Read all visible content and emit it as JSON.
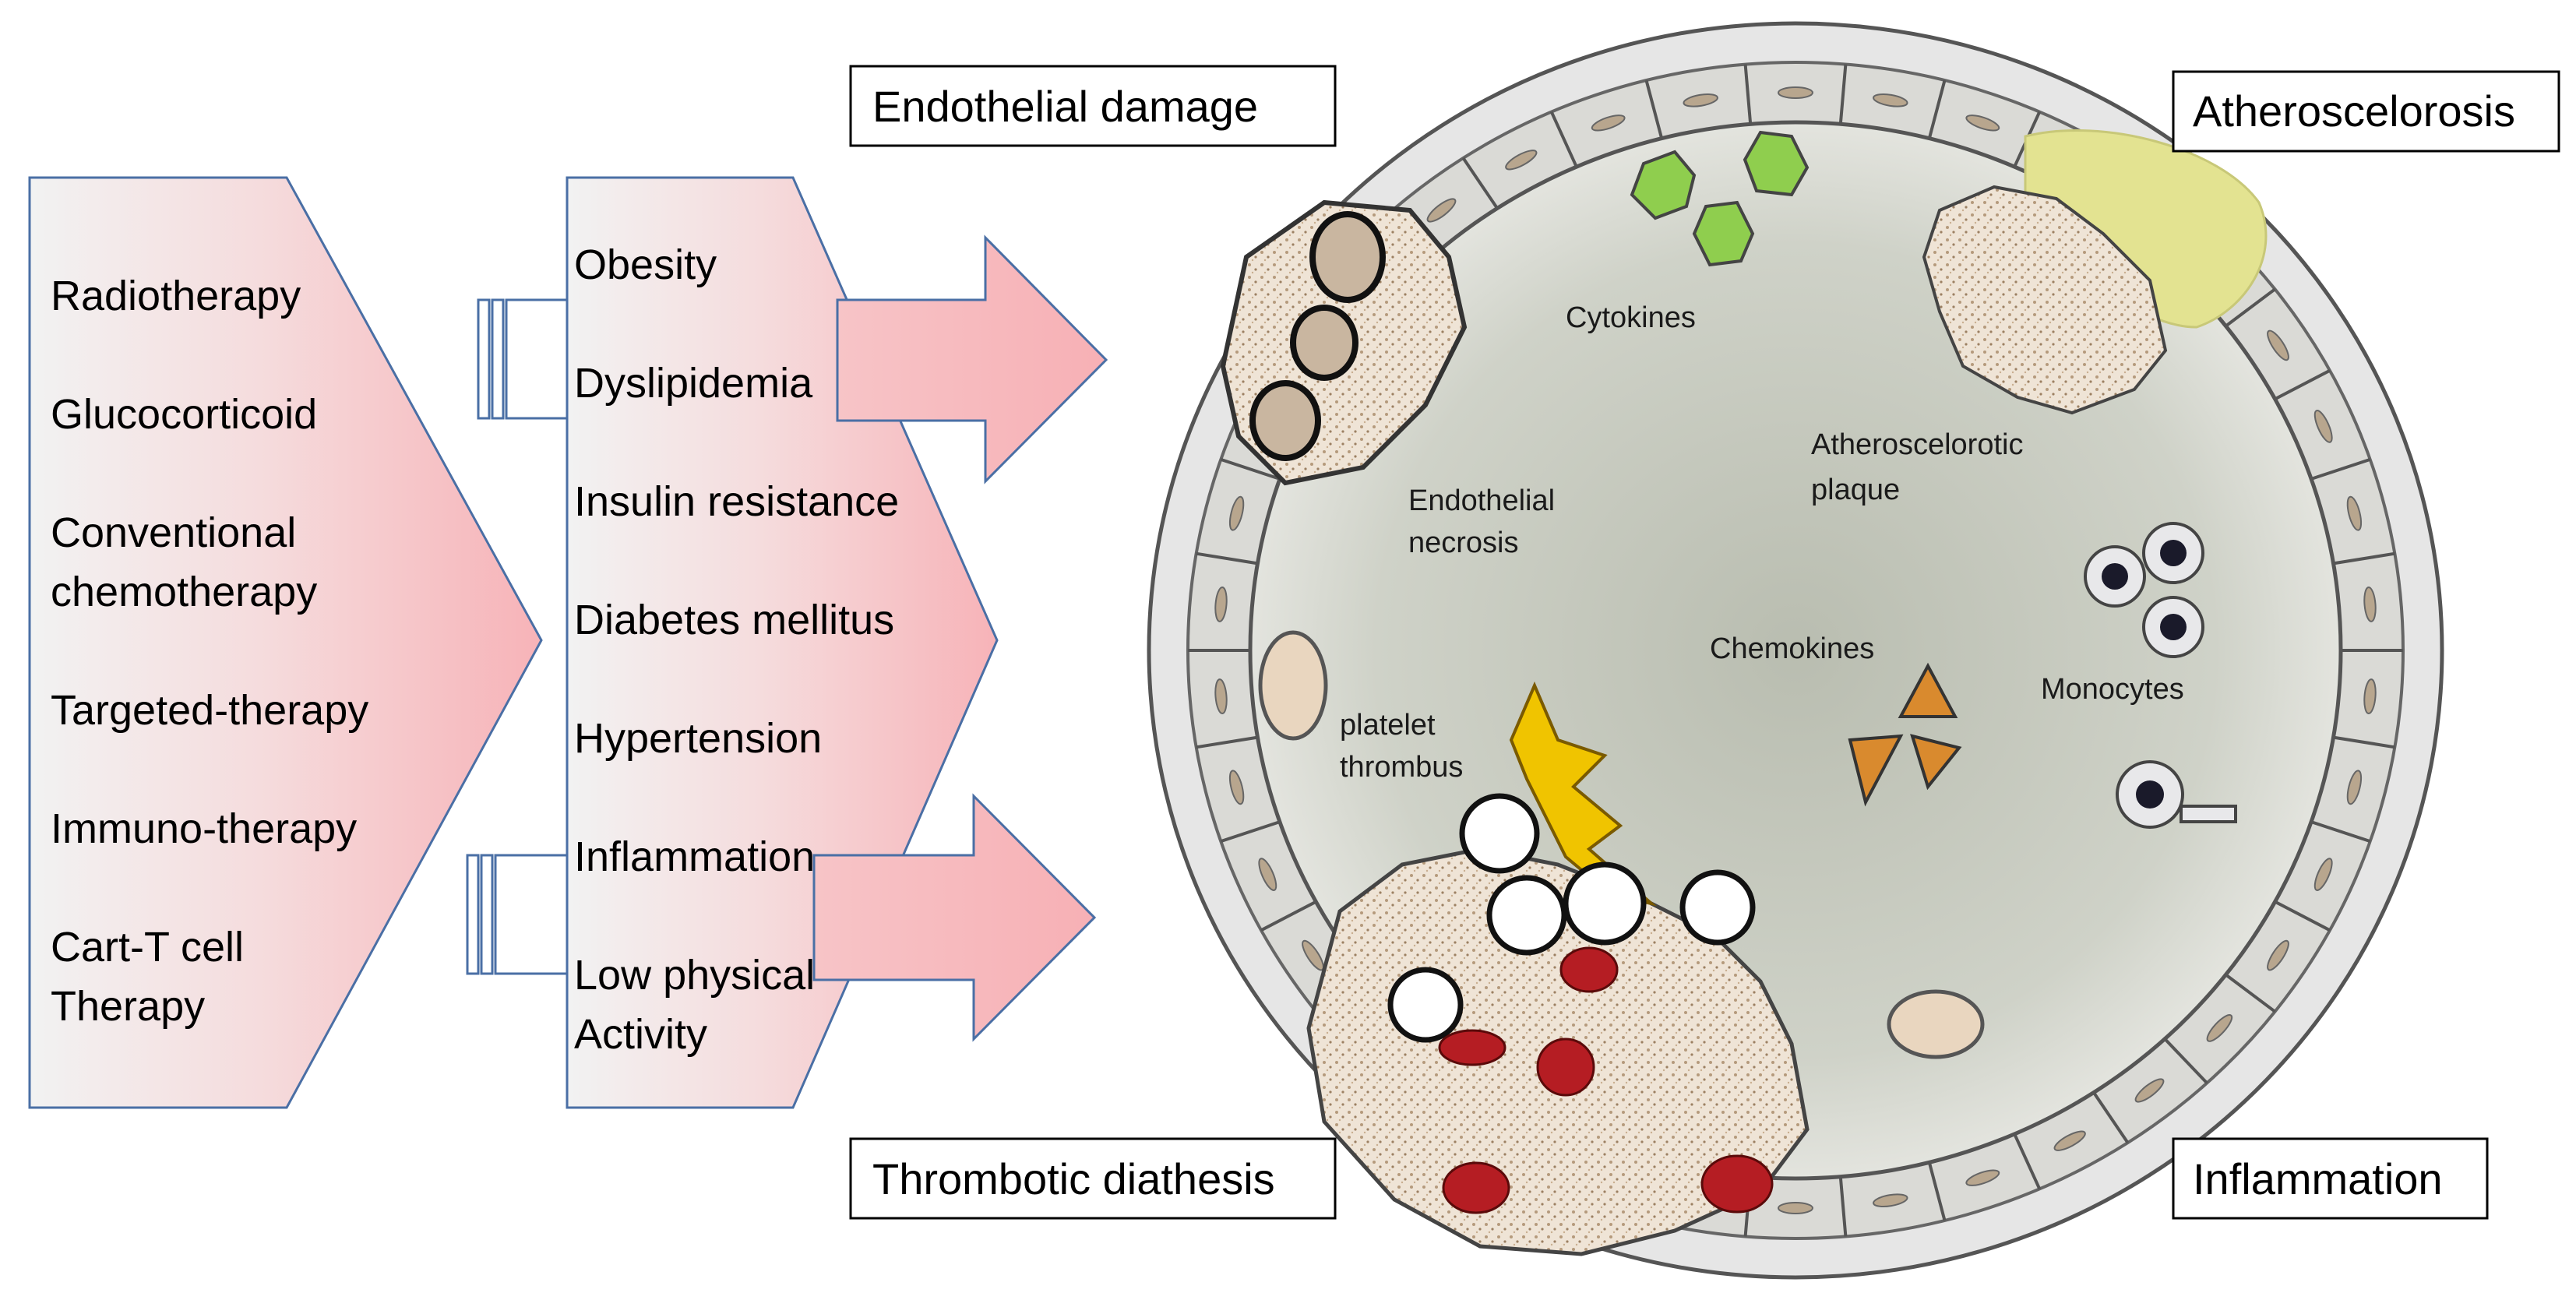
{
  "causes_chevron": {
    "items": [
      [
        "Radiotherapy"
      ],
      [
        "Glucocorticoid"
      ],
      [
        "Conventional",
        "chemotherapy"
      ],
      [
        "Targeted-therapy"
      ],
      [
        "Immuno-therapy"
      ],
      [
        "Cart-T cell",
        "Therapy"
      ]
    ]
  },
  "risk_chevron": {
    "items": [
      [
        "Obesity"
      ],
      [
        "Dyslipidemia"
      ],
      [
        "Insulin resistance"
      ],
      [
        "Diabetes mellitus"
      ],
      [
        "Hypertension"
      ],
      [
        "Inflammation"
      ],
      [
        "Low physical",
        "Activity"
      ]
    ]
  },
  "outcome_boxes": {
    "endothelial_damage": "Endothelial damage",
    "atherosclerosis": "Atheroscelorosis",
    "thrombotic_diathesis": "Thrombotic diathesis",
    "inflammation": "Inflammation"
  },
  "vessel_labels": {
    "cytokines": "Cytokines",
    "endothelial_necrosis": [
      "Endothelial",
      "necrosis"
    ],
    "atherosclerotic_plaque": [
      "Atheroscelorotic",
      "plaque"
    ],
    "chemokines": "Chemokines",
    "monocytes": "Monocytes",
    "platelet_thrombus": [
      "platelet",
      "thrombus"
    ]
  },
  "colors": {
    "chevron_stroke": "#4a6fa5",
    "chevron_fill_start": "#f2f2f2",
    "chevron_fill_end": "#f7b3b8",
    "vessel_wall": "#e6e6e6",
    "lumen_center": "#bcc0b4",
    "lumen_edge": "#ececea",
    "cytokine_green": "#8fce4e",
    "chemokine_orange": "#d98a2e",
    "plaque_yellow": "#e3e391",
    "red_cell": "#b51d23",
    "platelet_yellow": "#f0c400"
  }
}
